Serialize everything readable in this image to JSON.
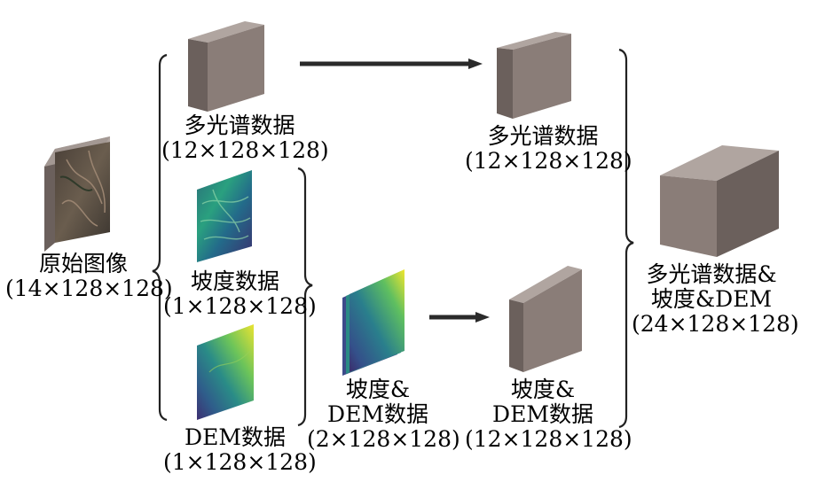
{
  "colors": {
    "cube_front": "#8a7d78",
    "cube_top": "#b0a5a0",
    "cube_side": "#6b605c",
    "arrow": "#2a2a2a",
    "brace": "#222222"
  },
  "labels": {
    "raw_image": {
      "name": "原始图像",
      "dims": "(14×128×128)"
    },
    "ms_input": {
      "name": "多光谱数据",
      "dims": "(12×128×128)"
    },
    "slope_input": {
      "name": "坡度数据",
      "dims": "(1×128×128)"
    },
    "dem_input": {
      "name": "DEM数据",
      "dims": "(1×128×128)"
    },
    "slope_dem_input": {
      "line1": "坡度&",
      "line2": "DEM数据",
      "dims": "(2×128×128)"
    },
    "ms_output": {
      "name": "多光谱数据",
      "dims": "(12×128×128)"
    },
    "slope_dem_output": {
      "line1": "坡度&",
      "line2": "DEM数据",
      "dims": "(12×128×128)"
    },
    "fused_output": {
      "line1": "多光谱数据&",
      "line2": "坡度&DEM",
      "dims": "(24×128×128)"
    }
  }
}
